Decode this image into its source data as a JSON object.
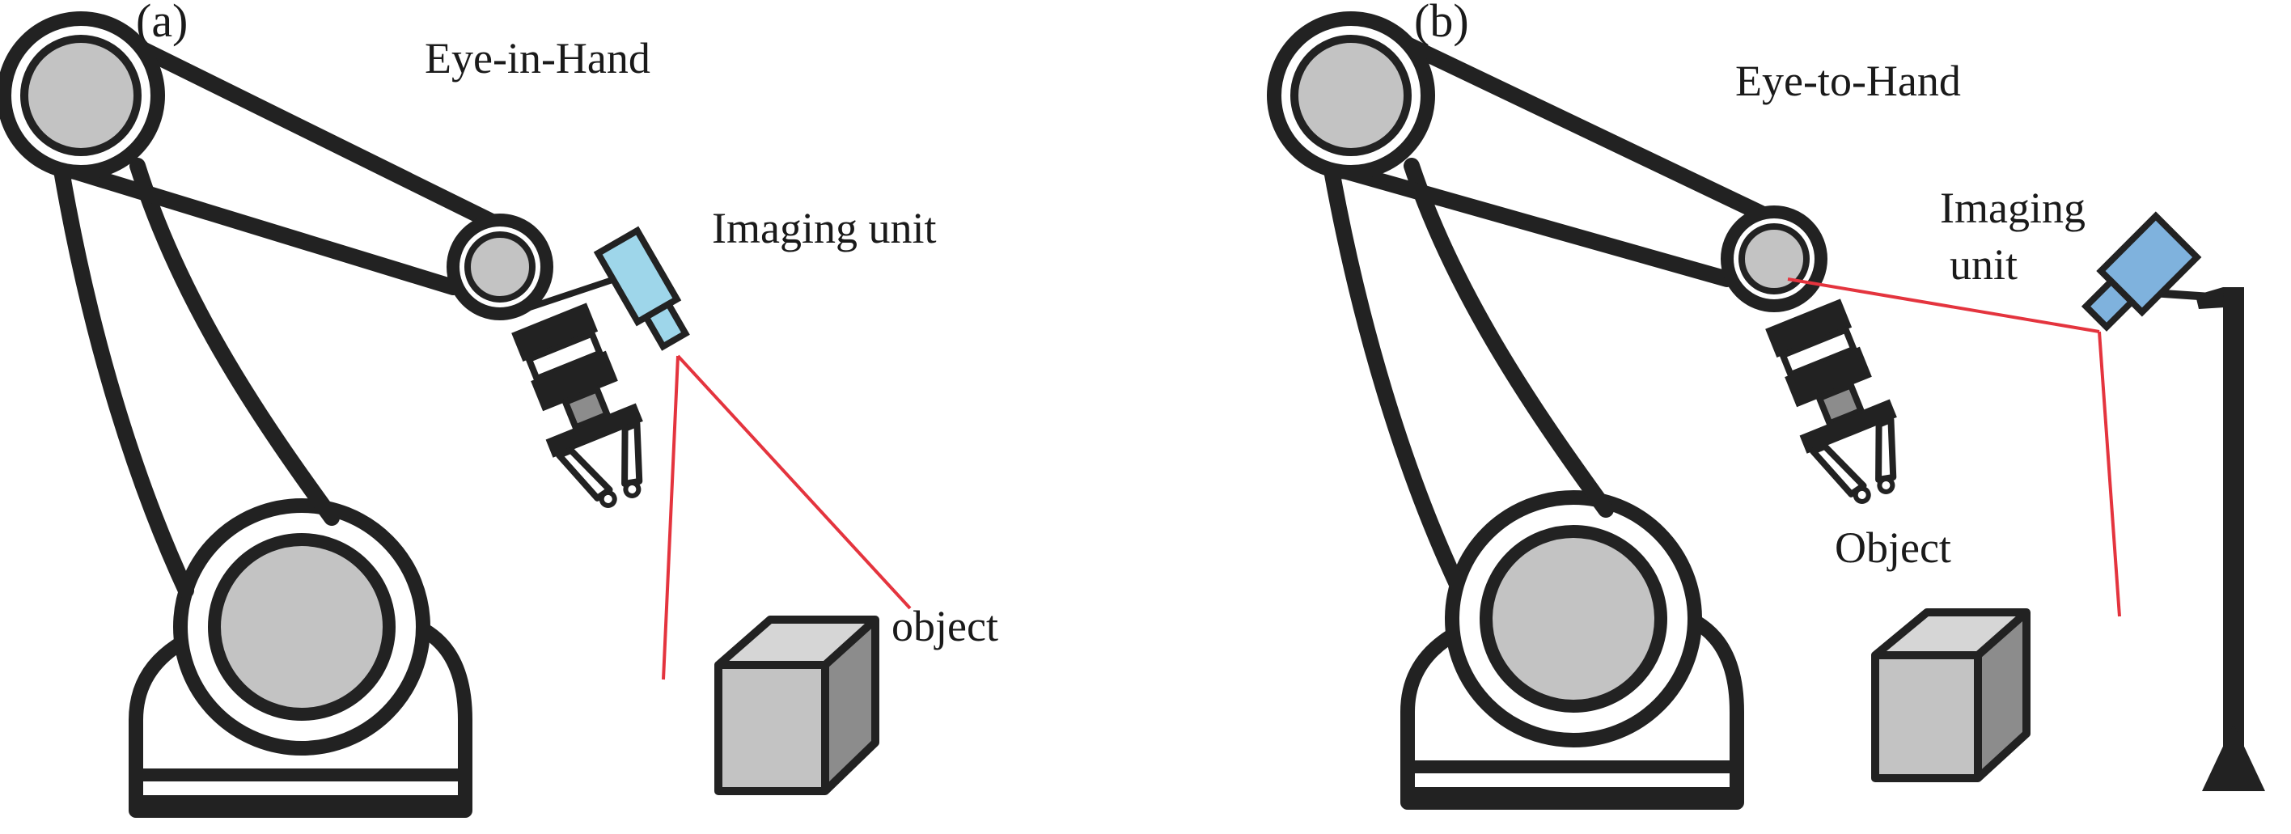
{
  "colors": {
    "outline": "#222222",
    "metal_gray": "#c3c3c3",
    "metal_dark": "#8c8c8c",
    "camera_light": "#9ed6ea",
    "camera_blue": "#7fb2dd",
    "ray_red": "#e4343e",
    "background": "#ffffff"
  },
  "panel_a": {
    "panel_label": "(a)",
    "title": "Eye-in-Hand",
    "camera_label": "Imaging unit",
    "object_label": "object"
  },
  "panel_b": {
    "panel_label": "(b)",
    "title": "Eye-to-Hand",
    "camera_label_line1": "Imaging",
    "camera_label_line2": "unit",
    "object_label": "Object"
  }
}
